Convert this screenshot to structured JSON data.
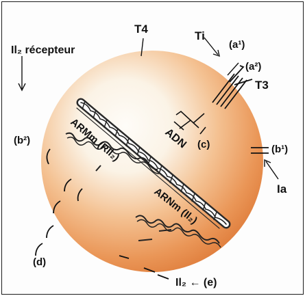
{
  "labels": {
    "t4": "T4",
    "ti": "Ti",
    "a1": "(a¹)",
    "a2": "(a²)",
    "t3": "T3",
    "il2_recepteur": "Il₂ récepteur",
    "b2": "(b²)",
    "b1": "(b¹)",
    "ia": "Ia",
    "adn": "ADN",
    "c": "(c)",
    "armm_ril2": "ARMm (RIl₂)",
    "arnm_il2": "ARNm (Il₂)",
    "d": "(d)",
    "il2_e": "Il₂ ← (e)"
  },
  "colors": {
    "cell_center": "#fdfbf6",
    "cell_mid": "#f6c79a",
    "cell_edge": "#e07a3a",
    "ink": "#111111"
  }
}
